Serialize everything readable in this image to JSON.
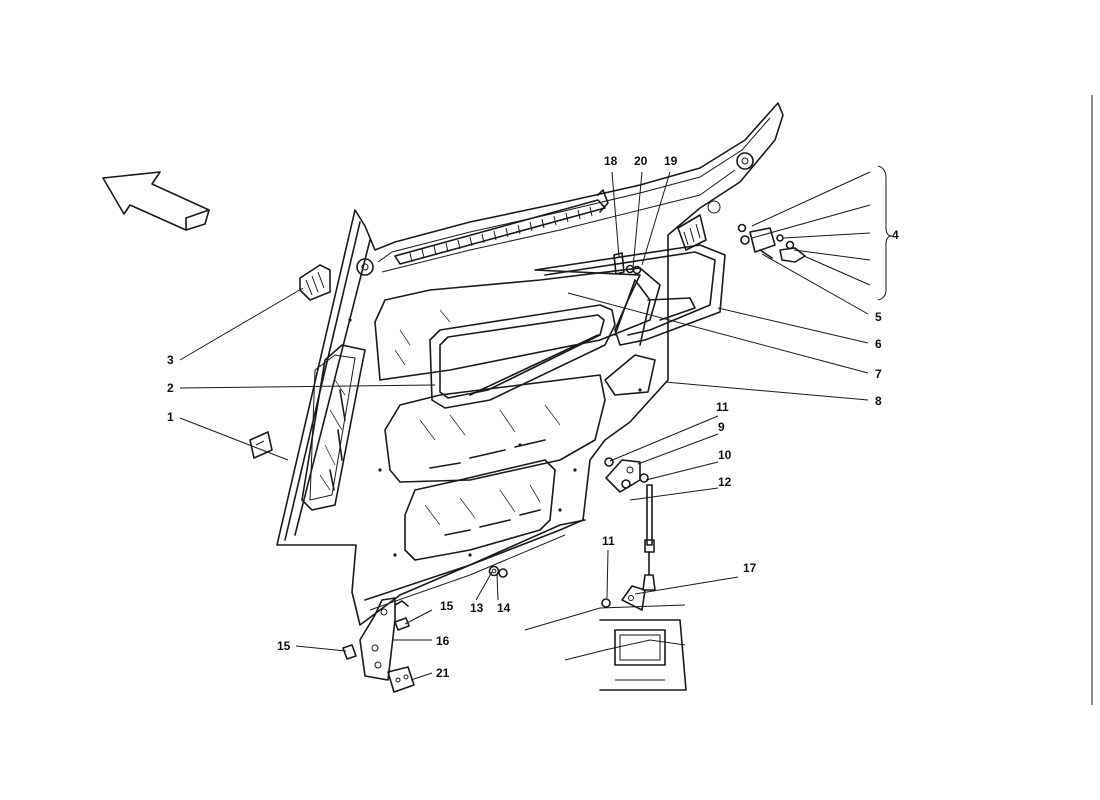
{
  "diagram": {
    "callouts": [
      {
        "id": "c1",
        "text": "1"
      },
      {
        "id": "c2",
        "text": "2"
      },
      {
        "id": "c3",
        "text": "3"
      },
      {
        "id": "c4",
        "text": "4"
      },
      {
        "id": "c5",
        "text": "5"
      },
      {
        "id": "c6",
        "text": "6"
      },
      {
        "id": "c7",
        "text": "7"
      },
      {
        "id": "c8",
        "text": "8"
      },
      {
        "id": "c9",
        "text": "9"
      },
      {
        "id": "c10",
        "text": "10"
      },
      {
        "id": "c11a",
        "text": "11"
      },
      {
        "id": "c11b",
        "text": "11"
      },
      {
        "id": "c12",
        "text": "12"
      },
      {
        "id": "c13",
        "text": "13"
      },
      {
        "id": "c14",
        "text": "14"
      },
      {
        "id": "c15a",
        "text": "15"
      },
      {
        "id": "c15b",
        "text": "15"
      },
      {
        "id": "c16",
        "text": "16"
      },
      {
        "id": "c17",
        "text": "17"
      },
      {
        "id": "c18",
        "text": "18"
      },
      {
        "id": "c19",
        "text": "19"
      },
      {
        "id": "c20",
        "text": "20"
      },
      {
        "id": "c21",
        "text": "21"
      }
    ]
  }
}
